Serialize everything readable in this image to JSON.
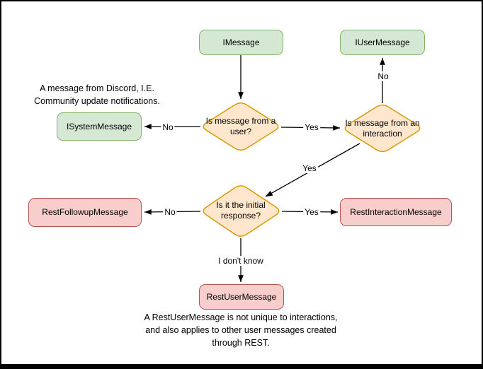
{
  "palette": {
    "canvas_background": "#ffffff",
    "frame_border": "#000000",
    "interface_fill": "#d5e8d4",
    "interface_border": "#82b366",
    "decision_fill": "#ffe6cc",
    "decision_border": "#d79b00",
    "rest_fill": "#f8cecc",
    "rest_border": "#b85450",
    "connector": "#000000"
  },
  "nodes": {
    "imessage": "IMessage",
    "iusermessage": "IUserMessage",
    "isystemmessage": "ISystemMessage",
    "restfollowupmessage": "RestFollowupMessage",
    "restinteractionmessage": "RestInteractionMessage",
    "restusermessage": "RestUserMessage"
  },
  "decisions": {
    "from_user": "Is message from a user?",
    "from_interaction": "Is message from an interaction",
    "initial_response": "Is it the initial response?"
  },
  "edge_labels": {
    "user_no": "No",
    "user_yes": "Yes",
    "interaction_no": "No",
    "interaction_yes": "Yes",
    "initial_no": "No",
    "initial_yes": "Yes",
    "initial_unknown": "I don't know"
  },
  "notes": {
    "system_note": {
      "lines": [
        "A message from Discord, I.E.",
        "Community update notifications."
      ]
    },
    "rest_note": {
      "lines": [
        "A RestUserMessage is not unique to interactions,",
        "and also applies to other user messages created",
        "through REST."
      ]
    }
  }
}
